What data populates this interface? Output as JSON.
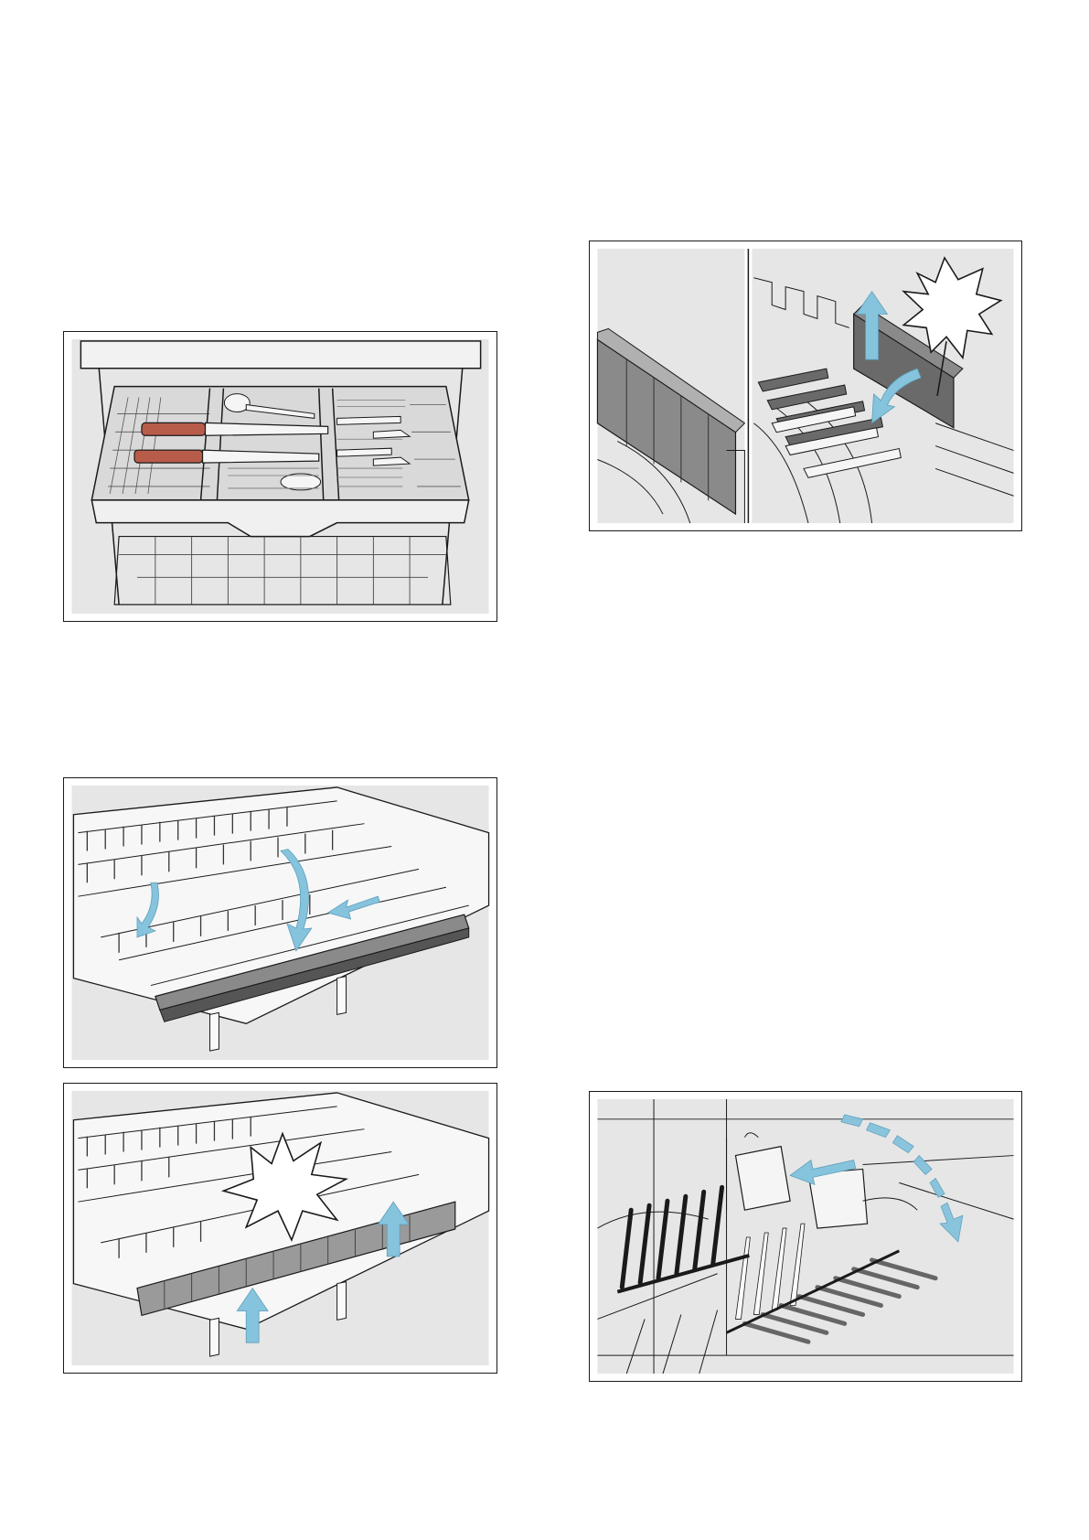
{
  "page": {
    "background": "#ffffff",
    "figure_fill": "#e6e6e6",
    "line_color": "#1a1a1a",
    "arrow_color": "#86c3dc"
  },
  "figures": [
    {
      "id": "cutlery-drawer",
      "icon": "cutlery-drawer-illustration"
    },
    {
      "id": "fold-down-rack",
      "icon": "fold-down-arrows-illustration"
    },
    {
      "id": "fold-up-rack",
      "icon": "fold-up-click-illustration"
    },
    {
      "id": "rack-spikes",
      "icon": "spikes-click-illustration"
    },
    {
      "id": "glass-holder",
      "icon": "holder-swing-illustration"
    }
  ]
}
